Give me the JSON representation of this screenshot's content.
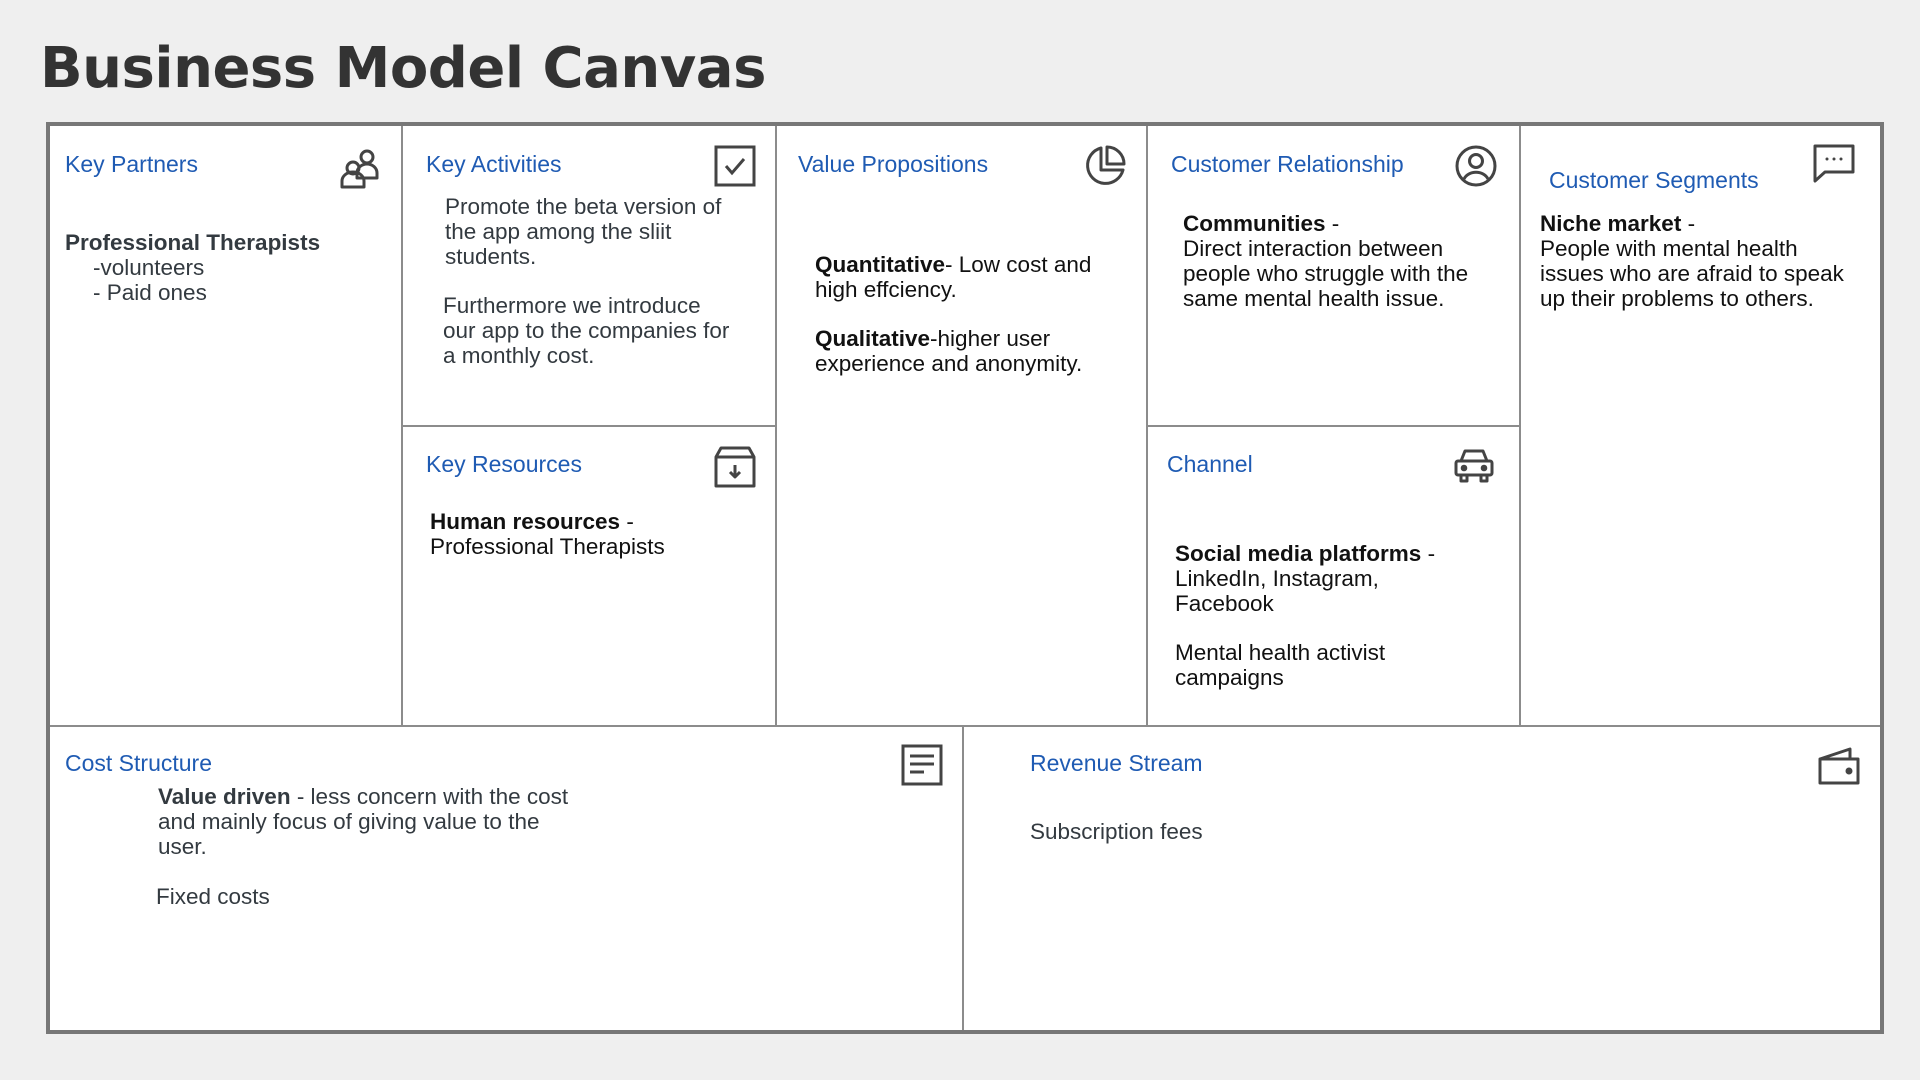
{
  "title": "Business Model Canvas",
  "accent_color": "#1f5bb3",
  "border_color": "#777777",
  "sections": {
    "key_partners": {
      "title": "Key Partners",
      "icon": "partners-icon",
      "heading": "Professional Therapists",
      "items": [
        "-volunteers",
        "- Paid ones"
      ]
    },
    "key_activities": {
      "title": "Key Activities",
      "icon": "checkbox-icon",
      "paragraph1": "Promote the beta version of the app among the sliit students.",
      "paragraph2": "Furthermore we introduce our app to the companies for a monthly cost."
    },
    "value_propositions": {
      "title": "Value Propositions",
      "icon": "pie-chart-icon",
      "quantitative_label": "Quantitative",
      "quantitative_text": "- Low cost and high effciency.",
      "qualitative_label": "Qualitative",
      "qualitative_text": "-higher user experience and anonymity."
    },
    "customer_relationship": {
      "title": "Customer Relationship",
      "icon": "user-circle-icon",
      "label": "Communities",
      "label_suffix": " -",
      "text": "Direct interaction between people who struggle with the same mental health issue."
    },
    "customer_segments": {
      "title": "Customer Segments",
      "icon": "chat-bubble-icon",
      "label": "Niche market",
      "label_suffix": " -",
      "text": "People with mental health issues who are afraid to speak up their problems to others."
    },
    "key_resources": {
      "title": "Key Resources",
      "icon": "archive-box-icon",
      "label": "Human resources",
      "label_suffix": " -",
      "text": "Professional Therapists"
    },
    "channel": {
      "title": "Channel",
      "icon": "car-icon",
      "label": "Social media platforms",
      "label_suffix": " -",
      "text": "LinkedIn, Instagram, Facebook",
      "text2": "Mental health activist campaigns"
    },
    "cost_structure": {
      "title": "Cost Structure",
      "icon": "document-lines-icon",
      "label": "Value driven",
      "label_suffix": " - less concern with the cost and mainly focus of giving value to the user.",
      "text2": "Fixed costs"
    },
    "revenue_stream": {
      "title": "Revenue Stream",
      "icon": "wallet-icon",
      "text": "Subscription fees"
    }
  }
}
